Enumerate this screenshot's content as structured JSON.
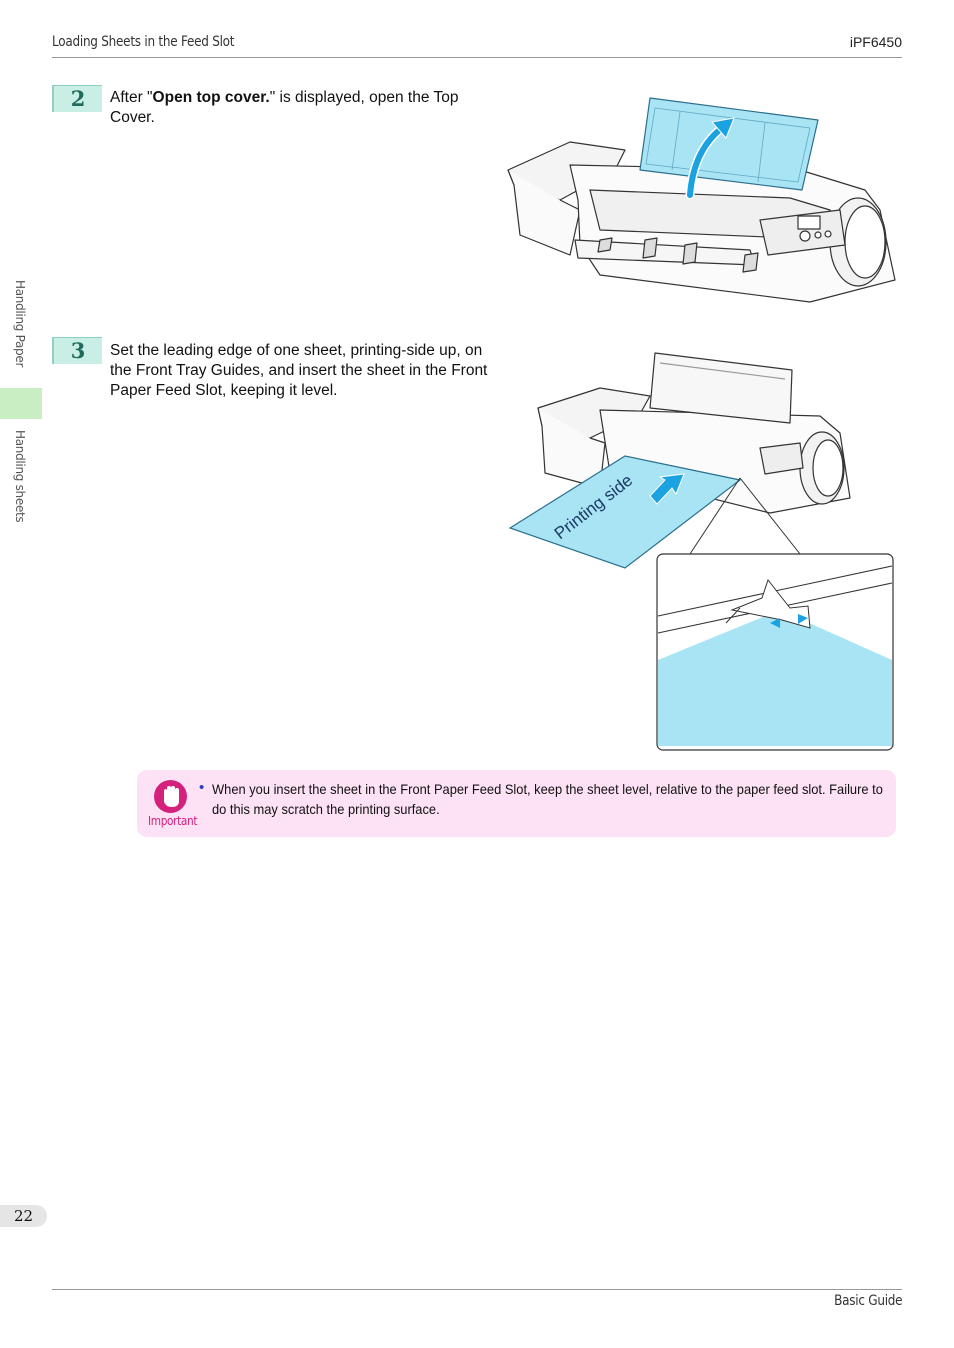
{
  "header": {
    "section_title": "Loading Sheets in the Feed Slot",
    "model": "iPF6450"
  },
  "sidebar": {
    "tab1": "Handling Paper",
    "tab2": "Handling sheets"
  },
  "steps": [
    {
      "number": "2",
      "text_before": "After \"",
      "text_bold": "Open top cover.",
      "text_after": "\" is displayed, open the Top Cover."
    },
    {
      "number": "3",
      "text": "Set the leading edge of one sheet, printing-side up, on the Front Tray Guides, and insert the sheet in the Front Paper Feed Slot, keeping it level."
    }
  ],
  "figure2": {
    "icon": "printer-top-cover-open-illustration",
    "cover_color": "#a9e4f4",
    "arrow_color": "#1aa3e0"
  },
  "figure3": {
    "icon": "printer-sheet-insertion-illustration",
    "sheet_label": "Printing side",
    "sheet_color": "#a9e4f4",
    "arrow_color": "#1aa3e0"
  },
  "important": {
    "label": "Important",
    "icon": "hand-stop-icon",
    "accent": "#d4217c",
    "background": "#fde2f6",
    "text": "When you insert the sheet in the Front Paper Feed Slot, keep the sheet level, relative to the paper feed slot. Failure to do this may scratch the printing surface."
  },
  "footer": {
    "page_number": "22",
    "guide_name": "Basic Guide"
  }
}
